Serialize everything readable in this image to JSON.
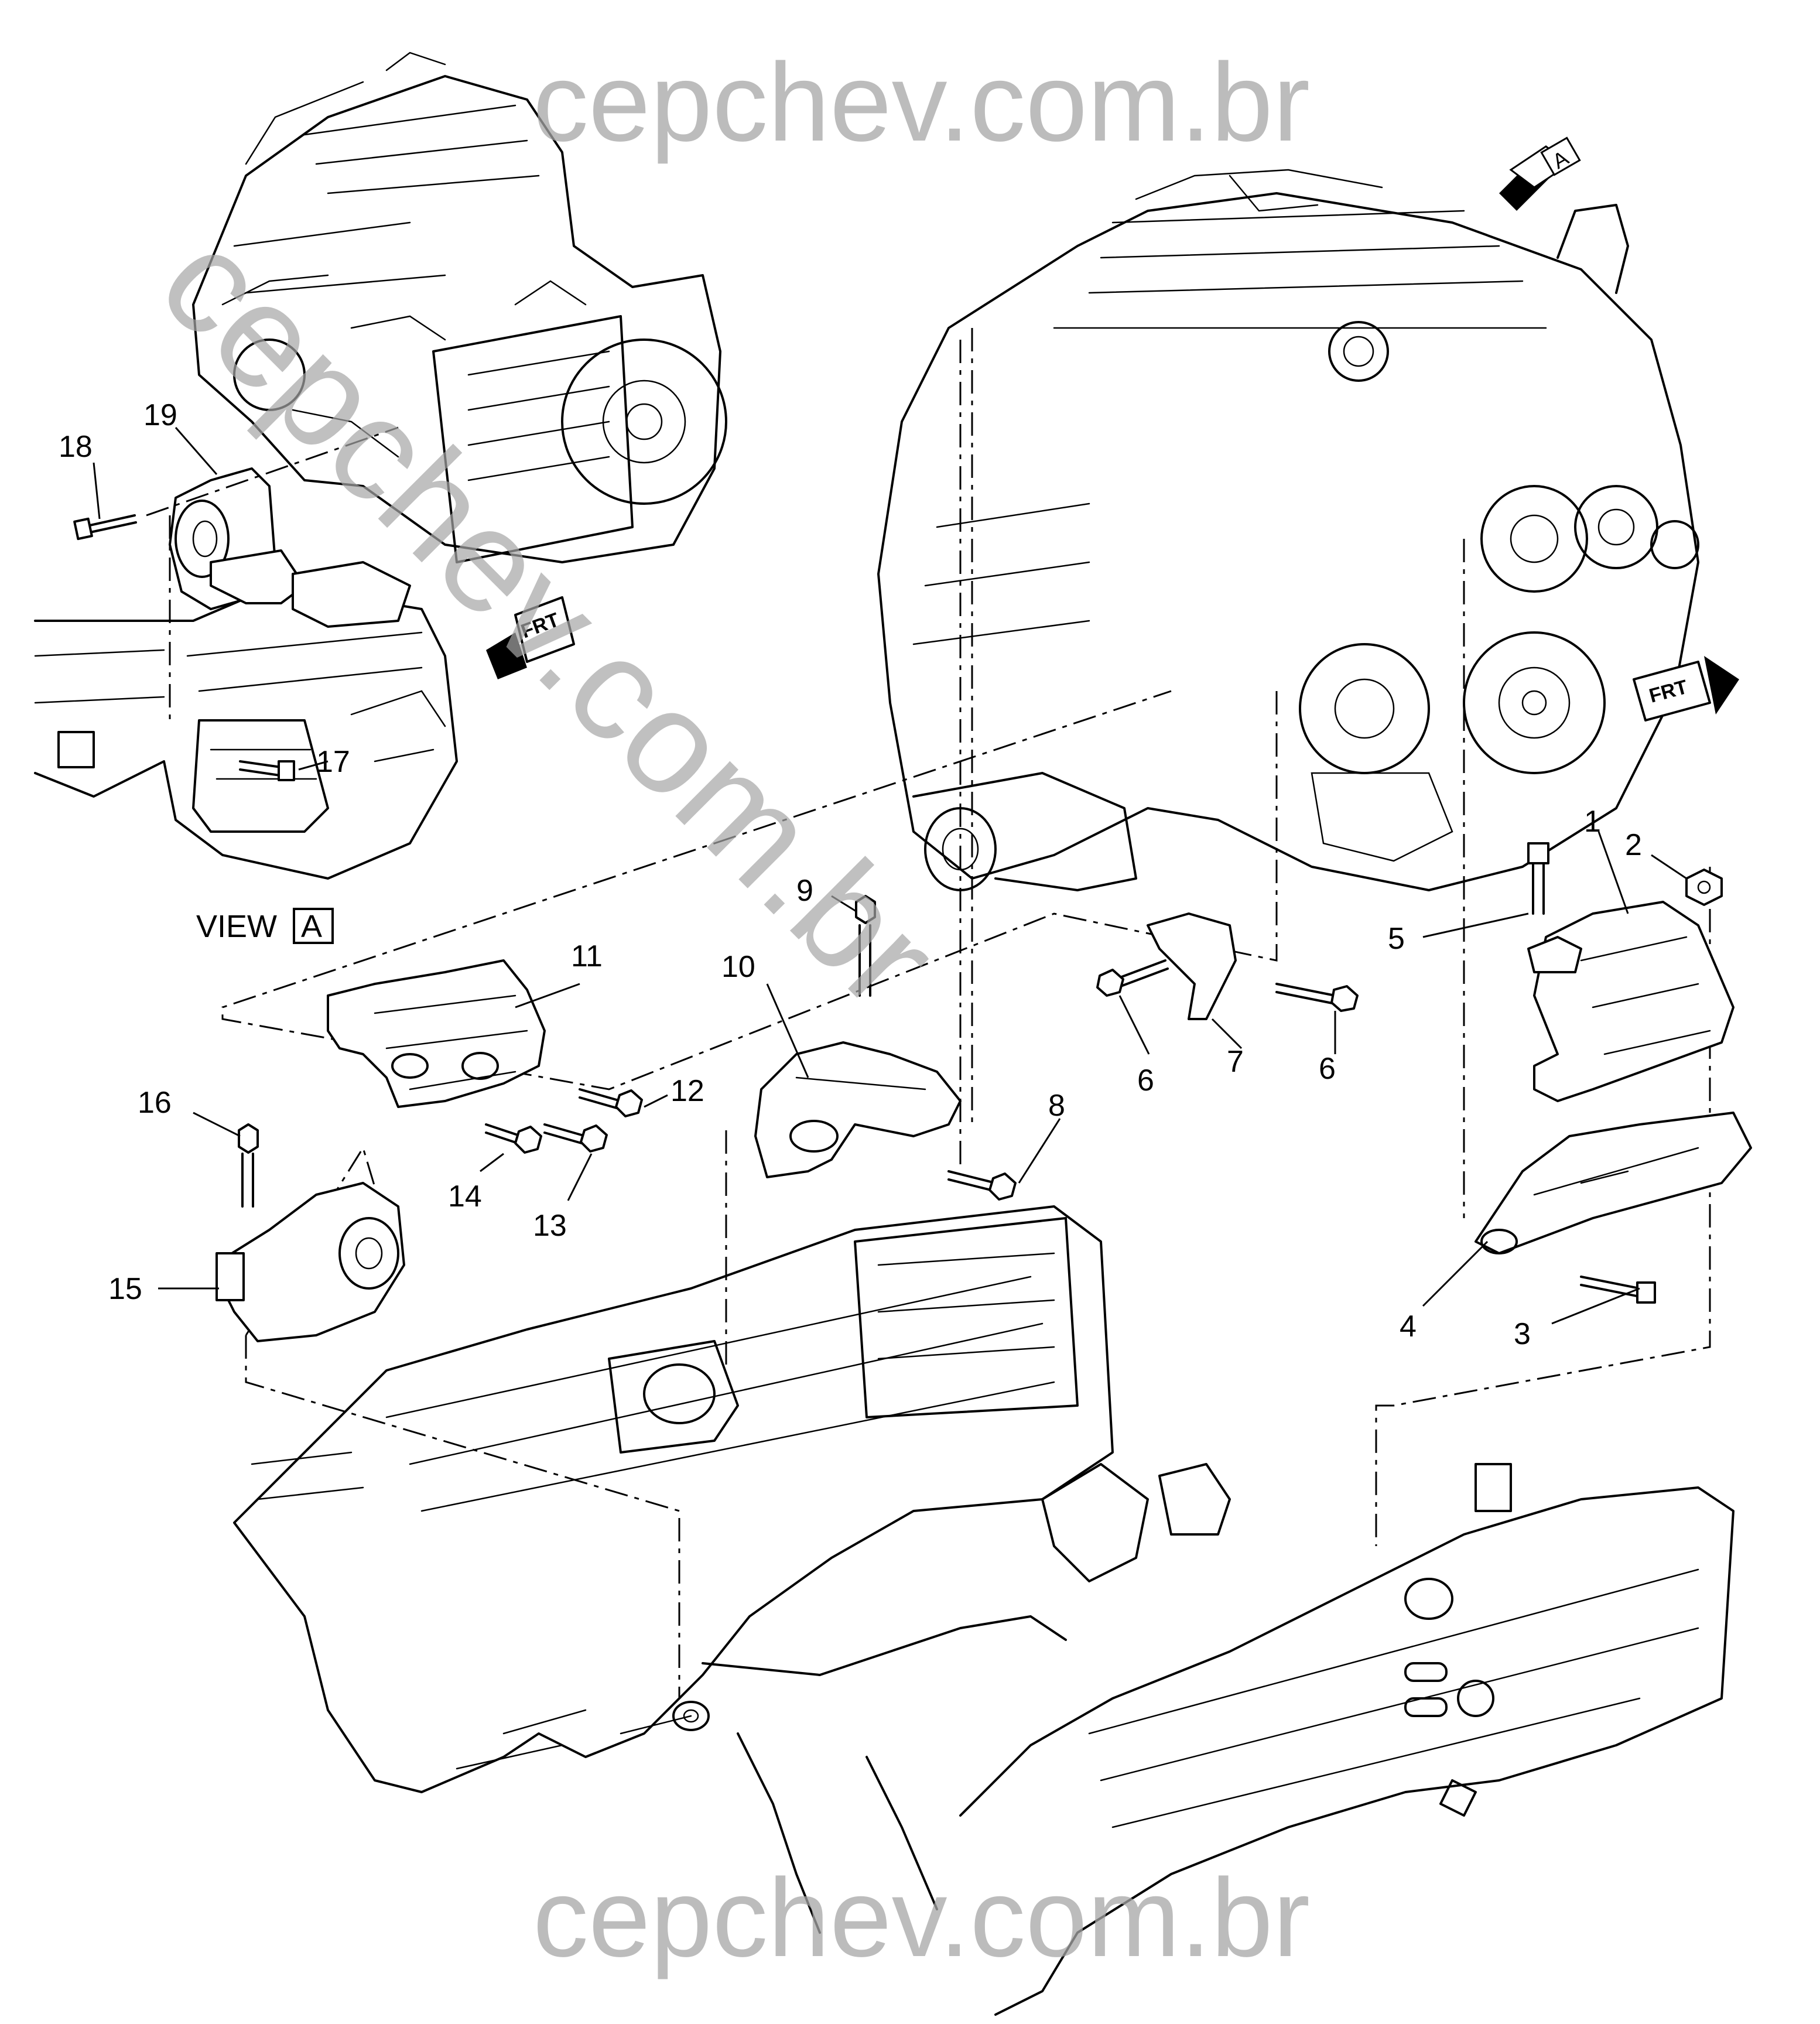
{
  "watermark": {
    "top": "cepchev.com.br",
    "bottom": "cepchev.com.br",
    "diagonal": "cepchev.com.br"
  },
  "view_label": {
    "text": "VIEW",
    "box_letter": "A"
  },
  "view_arrow_letter": "A",
  "front_indicators": [
    {
      "text": "FRT"
    },
    {
      "text": "FRT"
    }
  ],
  "callouts": [
    {
      "id": "1",
      "text": "1"
    },
    {
      "id": "2",
      "text": "2"
    },
    {
      "id": "3",
      "text": "3"
    },
    {
      "id": "4",
      "text": "4"
    },
    {
      "id": "5",
      "text": "5"
    },
    {
      "id": "6a",
      "text": "6"
    },
    {
      "id": "6b",
      "text": "6"
    },
    {
      "id": "7",
      "text": "7"
    },
    {
      "id": "8",
      "text": "8"
    },
    {
      "id": "9",
      "text": "9"
    },
    {
      "id": "10",
      "text": "10"
    },
    {
      "id": "11",
      "text": "11"
    },
    {
      "id": "12",
      "text": "12"
    },
    {
      "id": "13",
      "text": "13"
    },
    {
      "id": "14",
      "text": "14"
    },
    {
      "id": "15",
      "text": "15"
    },
    {
      "id": "16",
      "text": "16"
    },
    {
      "id": "17",
      "text": "17"
    },
    {
      "id": "18",
      "text": "18"
    },
    {
      "id": "19",
      "text": "19"
    }
  ],
  "colors": {
    "line": "#000000",
    "watermark": "#a6a6a6",
    "background": "#ffffff"
  }
}
